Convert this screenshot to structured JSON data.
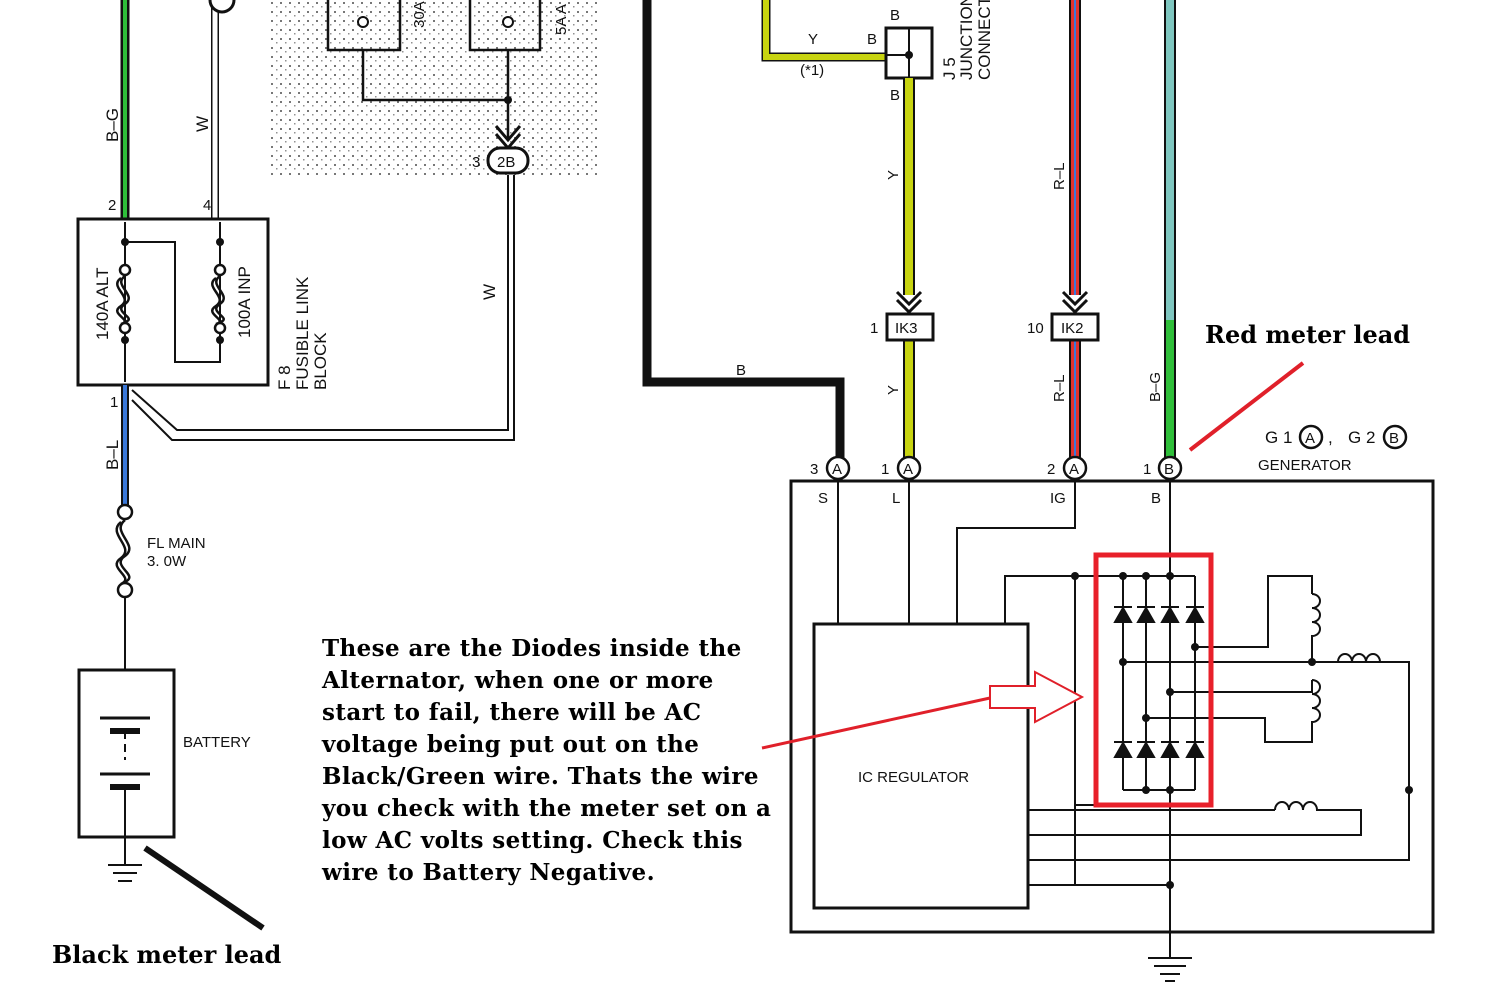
{
  "labels": {
    "wire_bg_left": "B–G",
    "wire_w_left": "W",
    "pin_2": "2",
    "pin_4": "4",
    "fuse_alt": "140A ALT",
    "fuse_inp": "100A INP",
    "fusible_link_block_id": "F 8",
    "fusible_link_block_name": "FUSIBLE LINK",
    "fusible_link_block_name2": "BLOCK",
    "pin_1_left": "1",
    "wire_bl": "B–L",
    "fl_main_line1": "FL MAIN",
    "fl_main_line2": "3. 0W",
    "battery": "BATTERY",
    "fuse_30a": "30A",
    "fuse_5a": "5A A",
    "connector_2b_pin": "3",
    "connector_2b": "2B",
    "wire_w_mid": "W",
    "wire_b": "B",
    "wire_y_top": "Y",
    "star1": "(*1)",
    "j5_pin_b_top": "B",
    "j5_pin_b_left": "B",
    "j5_pin_b_bottom": "B",
    "j5_id": "J 5",
    "j5_name_line1": "JUNCTION",
    "j5_name_line2": "CONNECT",
    "wire_y_mid": "Y",
    "ik3_pin": "1",
    "ik3": "IK3",
    "wire_y_low": "Y",
    "wire_rl_top": "R–L",
    "ik2_pin": "10",
    "ik2": "IK2",
    "wire_rl_low": "R–L",
    "wire_bg_right": "B–G",
    "gen_pin_3": "3",
    "gen_pin_1a": "1",
    "gen_pin_2": "2",
    "gen_pin_1b": "1",
    "conn_a": "A",
    "conn_b": "B",
    "term_s": "S",
    "term_l": "L",
    "term_ig": "IG",
    "term_b": "B",
    "g1": "G 1",
    "g2": "G 2",
    "g_sep": ",",
    "generator": "GENERATOR",
    "ic_regulator": "IC REGULATOR"
  },
  "annotations": {
    "red_meter_lead": "Red meter lead",
    "black_meter_lead": "Black meter lead",
    "diodes_note": "These are the Diodes inside the Alternator, when one or more start to fail, there will be AC voltage being put out on the Black/Green wire. Thats the wire you check with the meter set on a low AC volts setting. Check this wire to Battery Negative."
  },
  "colors": {
    "wire_green": "#2fbf3a",
    "wire_yellow": "#c8d410",
    "wire_red": "#e0322c",
    "wire_blue": "#3a78d8",
    "wire_teal": "#7fc7c0",
    "annotation_red": "#e0202a",
    "highlight_red": "#e8202a"
  }
}
